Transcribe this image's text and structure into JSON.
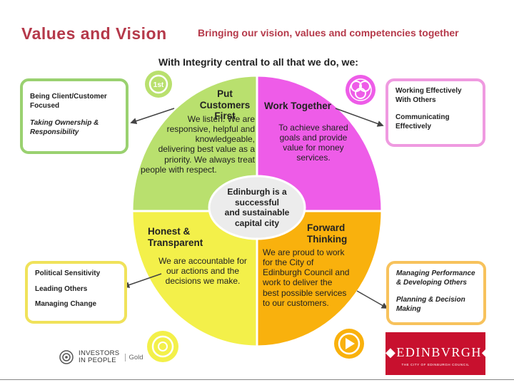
{
  "title": "Values and Vision",
  "subtitle": "Bringing our vision, values and competencies together",
  "intro": "With Integrity central to all that we do, we:",
  "center": [
    "Edinburgh is a",
    "successful",
    "and sustainable",
    "capital city"
  ],
  "quadrants": {
    "customers": {
      "heading": [
        "Put",
        "Customers First"
      ],
      "lines": [
        "We listen. We are",
        "responsive, helpful and",
        "knowledgeable,",
        "delivering best value as a",
        "priority. We always treat",
        "people with respect."
      ],
      "color": "#b9e06e"
    },
    "together": {
      "heading": [
        "Work Together"
      ],
      "lines": [
        "To achieve shared",
        "goals and provide",
        "value for money",
        "services."
      ],
      "color": "#ee5ce8"
    },
    "honest": {
      "heading": [
        "Honest &",
        "Transparent"
      ],
      "lines": [
        "We are accountable for",
        "our actions and the",
        "decisions we make."
      ],
      "color": "#f3f04a"
    },
    "forward": {
      "heading": [
        "Forward",
        "Thinking"
      ],
      "lines": [
        "We are proud to work",
        "for the City of",
        "Edinburgh Council and",
        "work to deliver the",
        "best possible services",
        "to our customers."
      ],
      "color": "#f9b10d"
    }
  },
  "competencies": {
    "green": [
      "Being Client/Customer Focused",
      "Taking Ownership & Responsibility"
    ],
    "pink": [
      "Working Effectively With Others",
      "Communicating Effectively"
    ],
    "yellow": [
      "Political Sensitivity",
      "Leading Others",
      "Managing Change"
    ],
    "orange": [
      "Managing Performance & Developing Others",
      "Planning & Decision Making"
    ]
  },
  "icons": {
    "first": "1st-badge-icon",
    "together": "linked-rings-icon",
    "honest": "circle-target-icon",
    "forward": "play-arrow-icon"
  },
  "first_badge": "1st",
  "logos": {
    "iip": [
      "INVESTORS",
      "IN PEOPLE"
    ],
    "iip_level": "Gold",
    "edinburgh": "EDINBVRGH",
    "edinburgh_tag": "THE CITY OF EDINBURGH COUNCIL"
  }
}
